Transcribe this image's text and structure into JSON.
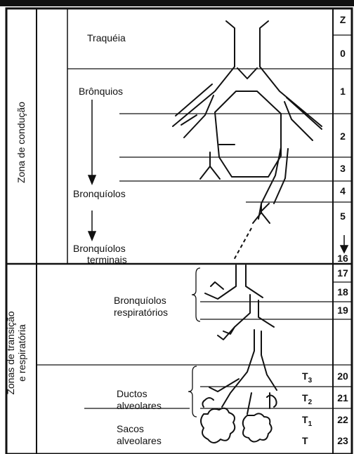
{
  "header": {
    "generation_column": "Z"
  },
  "zones": {
    "conduction": "Zona de condução",
    "transition_line1": "Zonas de transição",
    "transition_line2": "e respiratória"
  },
  "structures": {
    "trachea": "Traquéia",
    "bronchi": "Brônquios",
    "bronchioles": "Bronquíolos",
    "terminal_bronchioles_1": "Bronquíolos",
    "terminal_bronchioles_2": "terminais",
    "resp_bronchioles_1": "Bronquíolos",
    "resp_bronchioles_2": "respiratórios",
    "alv_ducts_1": "Ductos",
    "alv_ducts_2": "alveolares",
    "alv_sacs_1": "Sacos",
    "alv_sacs_2": "alveolares"
  },
  "generations": [
    "0",
    "1",
    "2",
    "3",
    "4",
    "5",
    "16",
    "17",
    "18",
    "19",
    "20",
    "21",
    "22",
    "23"
  ],
  "transition_marks": [
    {
      "base": "T",
      "sub": "3"
    },
    {
      "base": "T",
      "sub": "2"
    },
    {
      "base": "T",
      "sub": "1"
    },
    {
      "base": "T",
      "sub": ""
    }
  ],
  "colors": {
    "ink": "#111111",
    "background": "#ffffff"
  }
}
